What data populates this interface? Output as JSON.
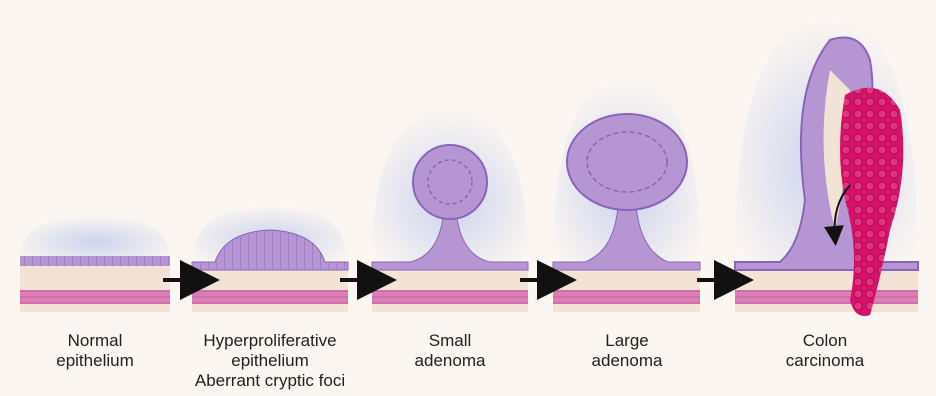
{
  "stages": [
    {
      "label": "Normal\nepithelium"
    },
    {
      "label": "Hyperproliferative\nepithelium\nAberrant cryptic foci"
    },
    {
      "label": "Small\nadenoma"
    },
    {
      "label": "Large\nadenoma"
    },
    {
      "label": "Colon\ncarcinoma"
    }
  ],
  "colors": {
    "epithelium": "#b596d3",
    "epithelium_dark": "#8a64b8",
    "halo": "#c7cfee",
    "stroma": "#f3e3d6",
    "muscle": "#d97fb6",
    "tumor": "#d8126a",
    "arrow": "#111111"
  }
}
